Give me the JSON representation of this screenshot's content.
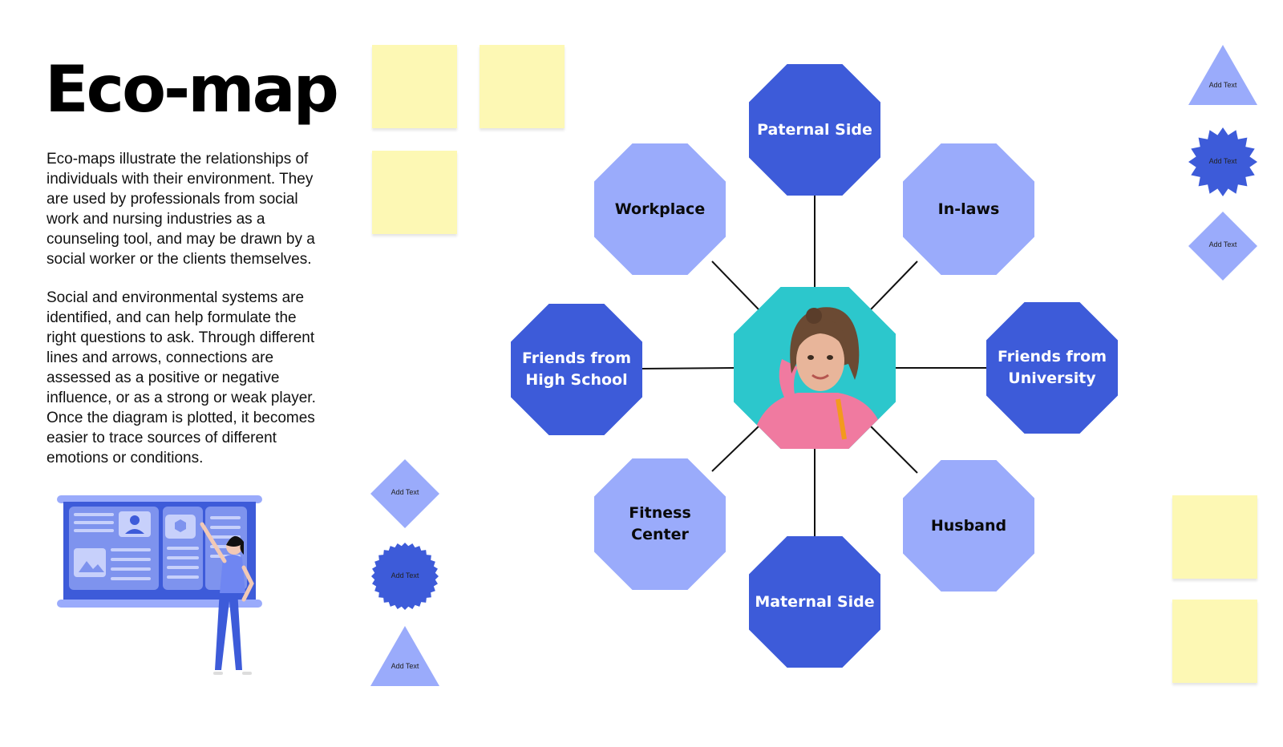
{
  "title": "Eco-map",
  "description": {
    "paragraph1": [
      "Eco-maps illustrate the relationships of",
      "individuals with their environment. They",
      "are used by professionals from social",
      "work and nursing industries as a",
      "counseling tool, and may be drawn by a",
      "social worker or the clients themselves."
    ],
    "paragraph2": [
      "Social and environmental systems are",
      "identified, and can help formulate the",
      "right questions to ask. Through different",
      "lines and arrows, connections are",
      "assessed as a positive or negative",
      "influence, or as a strong or weak player.",
      "Once the diagram is plotted, it becomes",
      "easier to trace sources of different",
      "emotions or conditions."
    ]
  },
  "palette": {
    "dark_blue": "#3d5bd9",
    "light_blue": "#9aabfb",
    "sticky_yellow": "#fdf8b4",
    "teal": "#2cc7cc"
  },
  "diagram": {
    "center": "person-photo",
    "nodes": {
      "paternal": "Paternal Side",
      "workplace": "Workplace",
      "inlaws": "In-laws",
      "friends_hs": [
        "Friends from",
        "High School"
      ],
      "friends_uni": [
        "Friends from",
        "University"
      ],
      "fitness": [
        "Fitness",
        "Center"
      ],
      "husband": "Husband",
      "maternal": "Maternal Side"
    }
  },
  "shape_labels": {
    "diamond_left": "Add Text",
    "seal_left": "Add Text",
    "triangle_left": "Add Text",
    "triangle_right": "Add Text",
    "seal_right": "Add Text",
    "diamond_right": "Add Text"
  },
  "icons": [
    "board-illustration",
    "person-photo"
  ]
}
